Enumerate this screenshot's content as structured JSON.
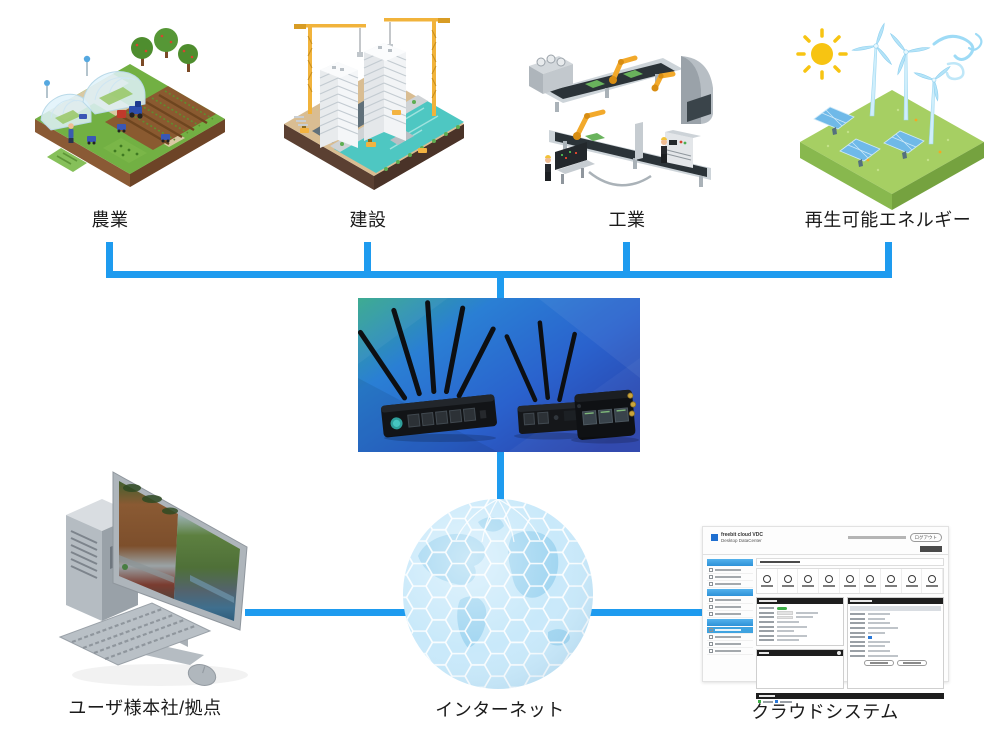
{
  "colors": {
    "connector": "#1e9bef"
  },
  "diagram": {
    "top_nodes": [
      {
        "id": "agriculture",
        "label": "農業"
      },
      {
        "id": "construction",
        "label": "建設"
      },
      {
        "id": "industry",
        "label": "工業"
      },
      {
        "id": "renewable-energy",
        "label": "再生可能エネルギー"
      }
    ],
    "bottom_nodes": [
      {
        "id": "user-headquarters",
        "label": "ユーザ様本社/拠点"
      },
      {
        "id": "internet",
        "label": "インターネット"
      },
      {
        "id": "cloud-system",
        "label": "クラウドシステム"
      }
    ]
  },
  "cloud_ui": {
    "brand_line1": "freebit cloud VDC",
    "brand_line2": "Desktop DataCenter",
    "logout_label": "ログアウト"
  }
}
